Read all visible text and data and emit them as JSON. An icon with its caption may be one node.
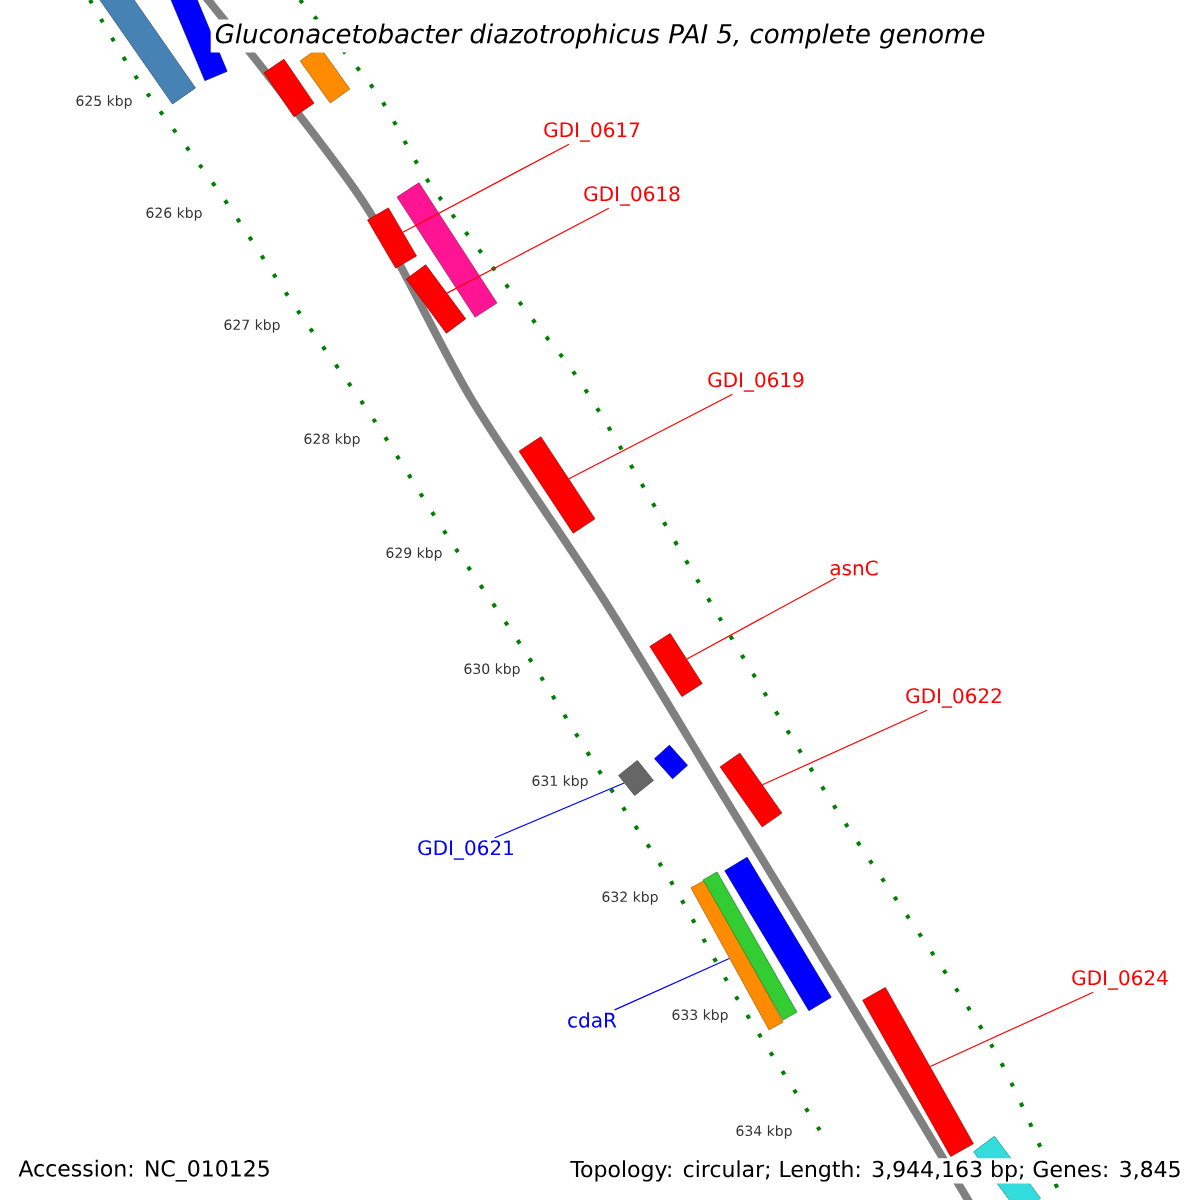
{
  "diagram": {
    "title": "Gluconacetobacter diazotrophicus PAI 5, complete genome",
    "nodes": [
      {
        "text": [
          "GDI_0617"
        ]
      },
      {
        "text": [
          "GDI_0618"
        ]
      },
      {
        "text": [
          "GDI_0619"
        ]
      },
      {
        "text": [
          "asnC"
        ]
      },
      {
        "text": [
          "GDI_0622"
        ]
      },
      {
        "text": [
          "GDI_0621"
        ]
      },
      {
        "text": [
          "cdaR"
        ]
      },
      {
        "text": [
          "GDI_0624"
        ]
      },
      {
        "text": [],
        "shape": "bar"
      },
      {
        "text": [],
        "shape": "bar"
      },
      {
        "text": [],
        "shape": "bar"
      },
      {
        "text": [],
        "shape": "bar"
      },
      {
        "text": [],
        "shape": "bar"
      },
      {
        "text": [],
        "shape": "bar"
      },
      {
        "text": [],
        "shape": "bar"
      },
      {
        "text": [],
        "shape": "bar"
      },
      {
        "text": [],
        "shape": "bar"
      },
      {
        "text": [],
        "shape": "bar"
      },
      {
        "text": [],
        "shape": "bar"
      },
      {
        "text": [],
        "shape": "bar"
      },
      {
        "text": [],
        "shape": "bar"
      },
      {
        "text": [],
        "shape": "bar"
      },
      {
        "text": [],
        "shape": "bar"
      },
      {
        "text": [],
        "shape": "bar"
      },
      {
        "text": [],
        "shape": "bar"
      }
    ],
    "edges": [
      {
        "from": 0,
        "to": 12,
        "arrow": "none"
      },
      {
        "from": 1,
        "to": 14,
        "arrow": "none"
      },
      {
        "from": 2,
        "to": 15,
        "arrow": "none"
      },
      {
        "from": 3,
        "to": 16,
        "arrow": "none"
      },
      {
        "from": 4,
        "to": 19,
        "arrow": "none"
      },
      {
        "from": 5,
        "to": 18,
        "arrow": "none",
        "color": "#0000ff"
      },
      {
        "from": 6,
        "to": 20,
        "arrow": "none",
        "color": "#0000ff"
      },
      {
        "from": 7,
        "to": 23,
        "arrow": "none"
      }
    ],
    "labels": [
      "625 kbp",
      "626 kbp",
      "627 kbp",
      "628 kbp",
      "629 kbp",
      "630 kbp",
      "631 kbp",
      "632 kbp",
      "633 kbp",
      "634 kbp",
      "Accession: NC_010125",
      "Topology: circular; Length: 3,944,163 bp; Genes: 3,845"
    ]
  }
}
